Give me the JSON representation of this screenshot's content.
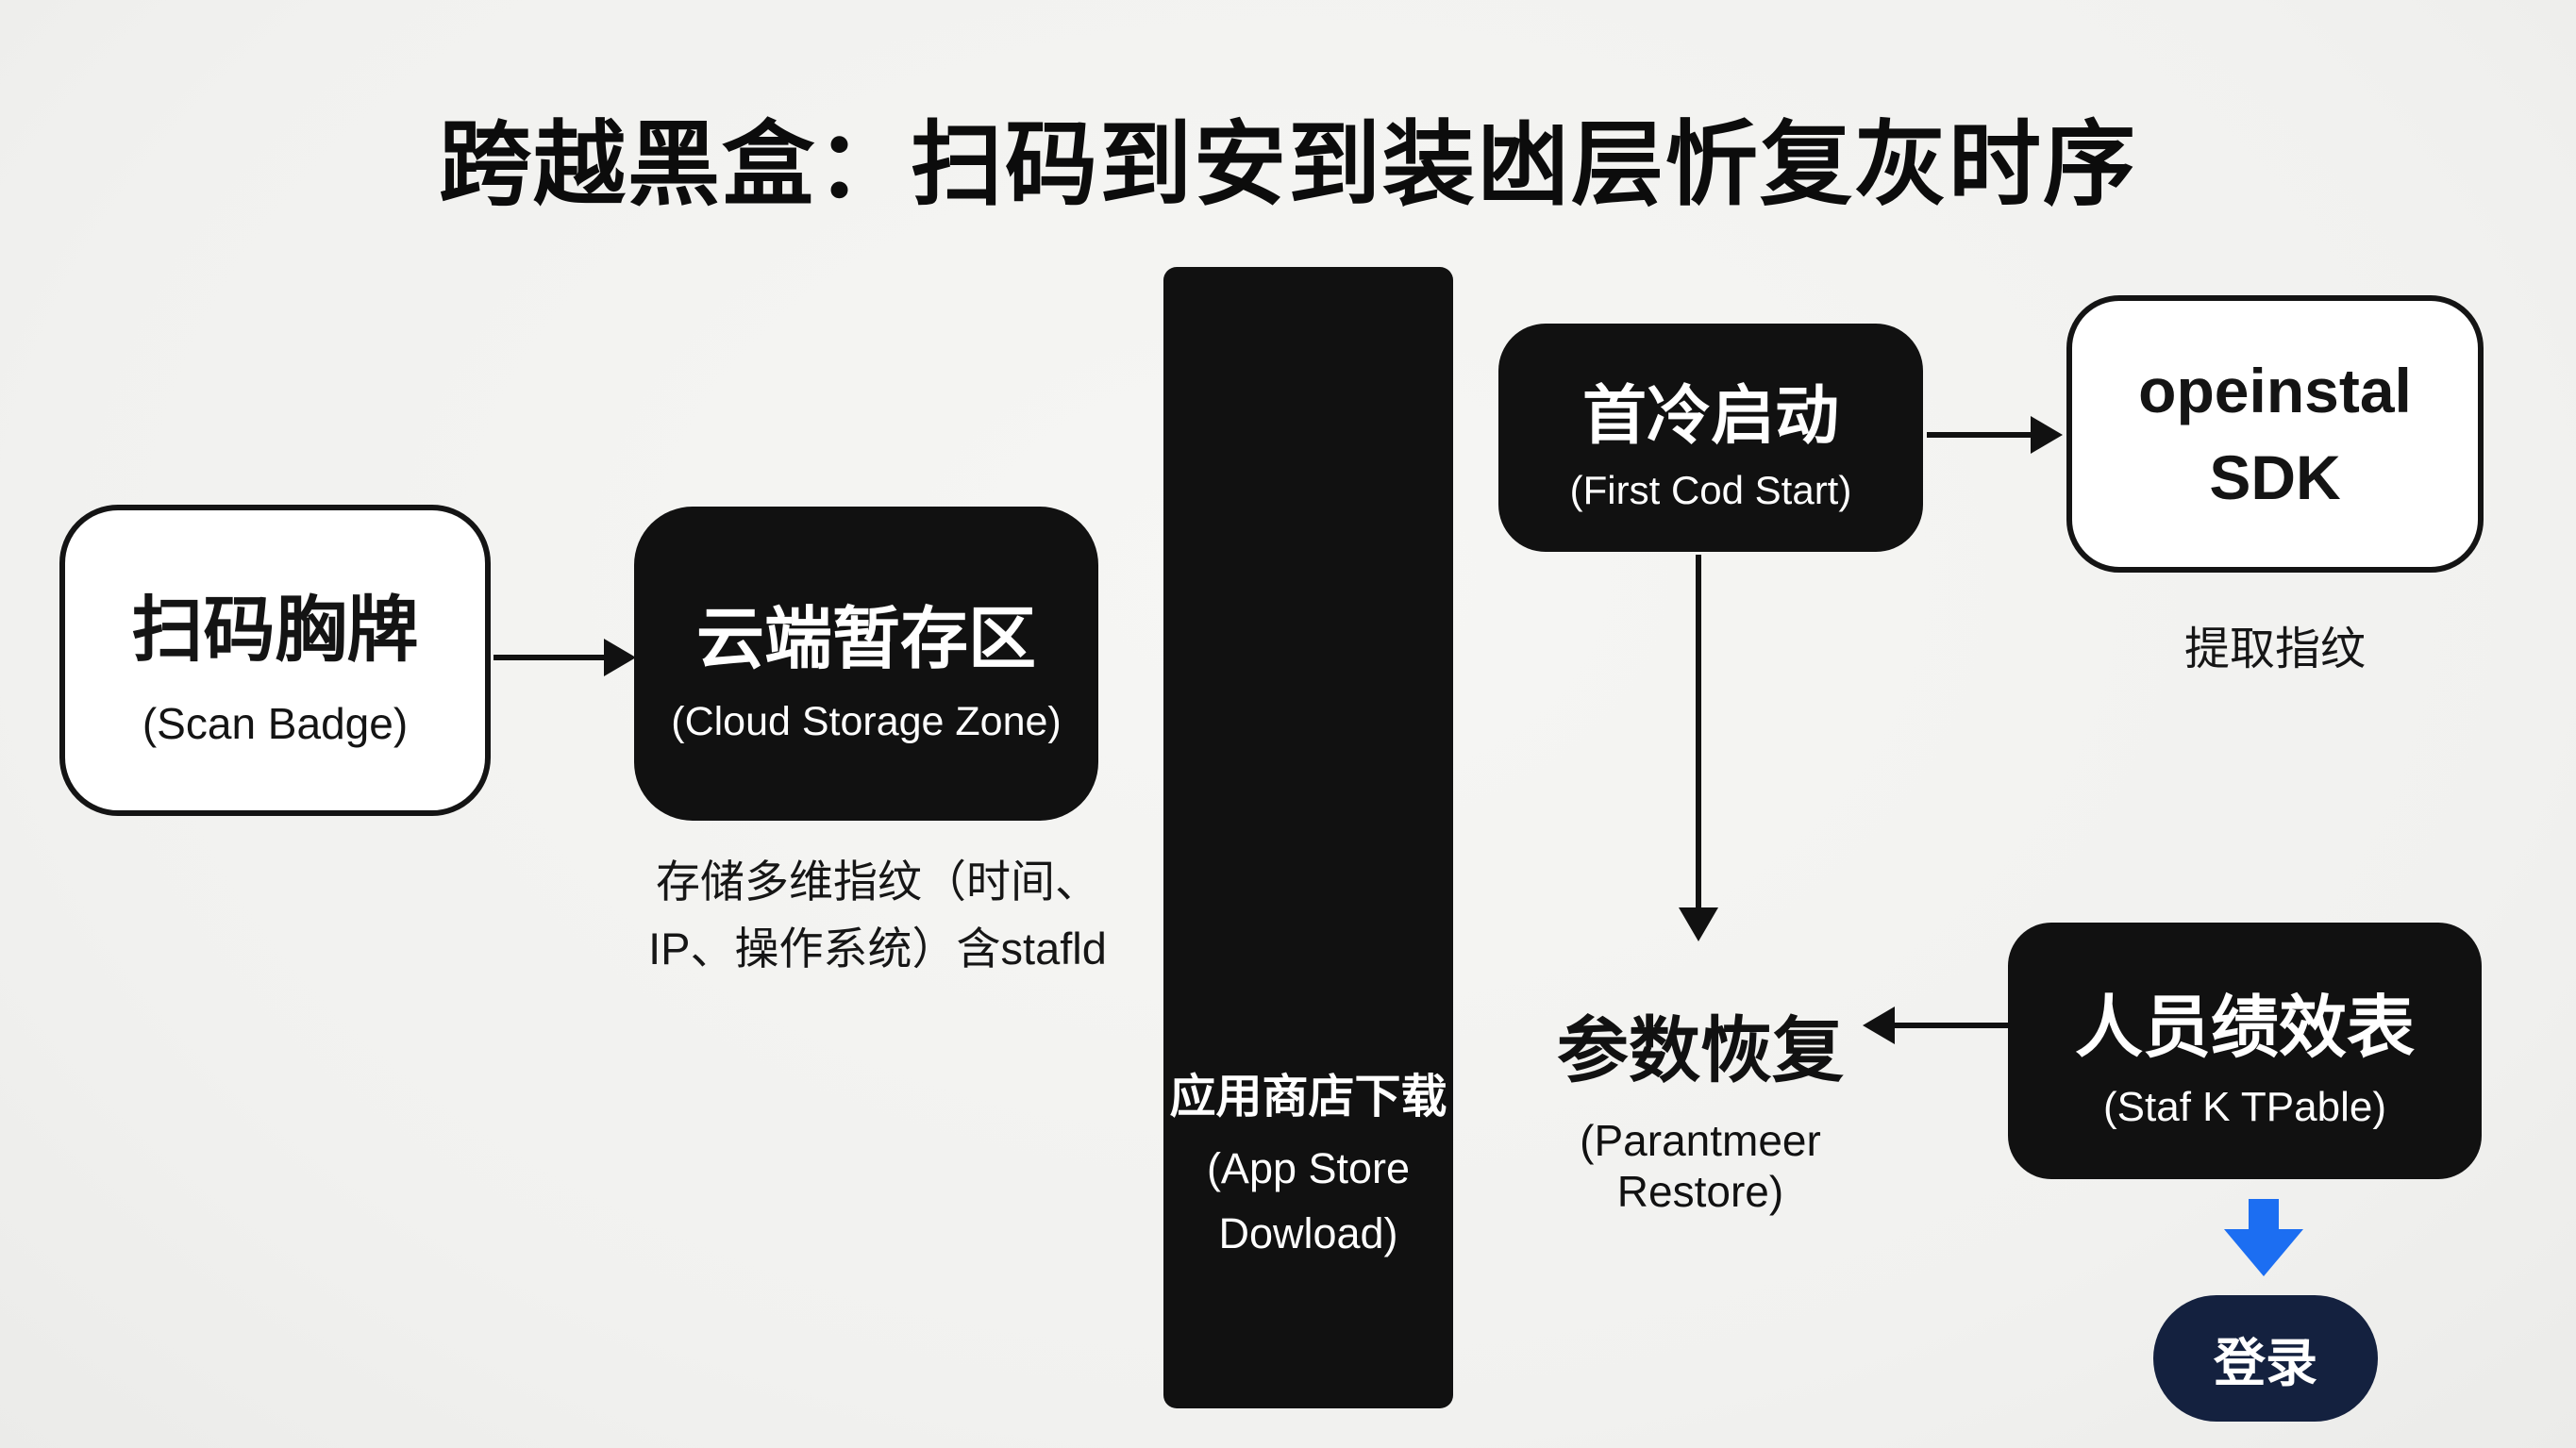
{
  "title": "跨越黑盒：扫码到安到装凼层忻复灰时序",
  "colors": {
    "box_black": "#111111",
    "accent_blue": "#1c6ef2",
    "login_navy": "#14213f",
    "background": "#f2f2f0"
  },
  "flow": {
    "scan_badge": {
      "label": "扫码胸牌",
      "sub": "(Scan Badge)"
    },
    "cloud_zone": {
      "label": "云端暂存区",
      "sub": "(Cloud Storage Zone)"
    },
    "cloud_caption": {
      "line1": "存储多维指纹（时间、",
      "line2": "IP、操作系统）含stafld"
    },
    "app_store": {
      "label": "应用商店下载",
      "sub_line1": "(App Store",
      "sub_line2": "Dowload)"
    },
    "cold_start": {
      "label": "首冷启动",
      "sub": "(First Cod Start)"
    },
    "sdk": {
      "line1": "opeinstal",
      "line2": "SDK",
      "caption": "提取指纹"
    },
    "param_restore": {
      "label": "参数恢复",
      "sub": "(Parantmeer Restore)"
    },
    "perf_table": {
      "label": "人员绩效表",
      "sub": "(Staf K TPable)"
    },
    "login": {
      "label": "登录"
    }
  }
}
